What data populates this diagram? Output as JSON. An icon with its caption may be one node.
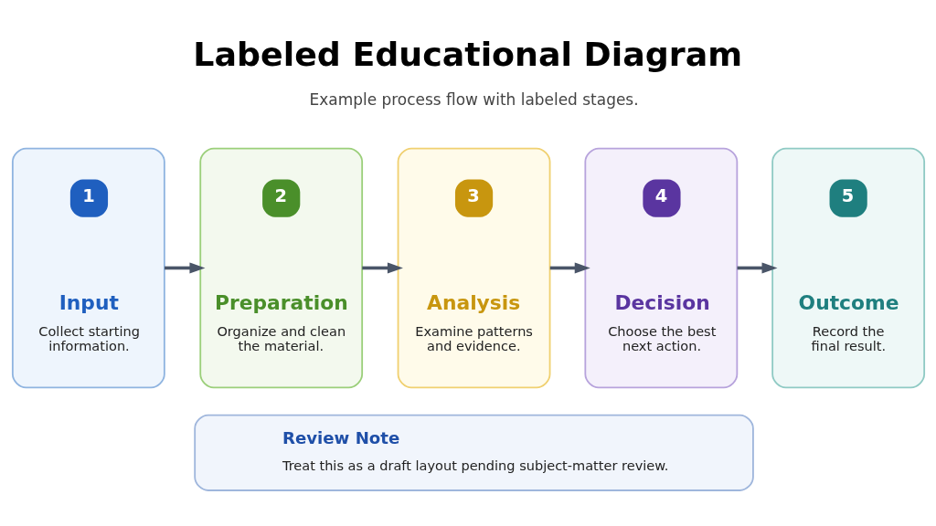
{
  "diagram": {
    "title": "Labeled Educational Diagram",
    "nodes": [
      {
        "text": [
          "1",
          "Input",
          "Collect starting information."
        ]
      },
      {
        "text": [
          "2",
          "Preparation",
          "Organize and clean the material."
        ]
      },
      {
        "text": [
          "3",
          "Analysis",
          "Examine patterns and evidence."
        ]
      },
      {
        "text": [
          "4",
          "Decision",
          "Choose the best next action."
        ]
      },
      {
        "text": [
          "5",
          "Outcome",
          "Record the final result."
        ]
      },
      {
        "text": [
          "Review Note",
          "Treat this as a draft layout pending subject-matter review."
        ]
      }
    ],
    "edges": [
      {
        "from": 0,
        "to": 1,
        "arrow": "to"
      },
      {
        "from": 1,
        "to": 2,
        "arrow": "to"
      },
      {
        "from": 2,
        "to": 3,
        "arrow": "to"
      },
      {
        "from": 3,
        "to": 4,
        "arrow": "to"
      }
    ],
    "labels": [
      "Example process flow with labeled stages."
    ]
  }
}
